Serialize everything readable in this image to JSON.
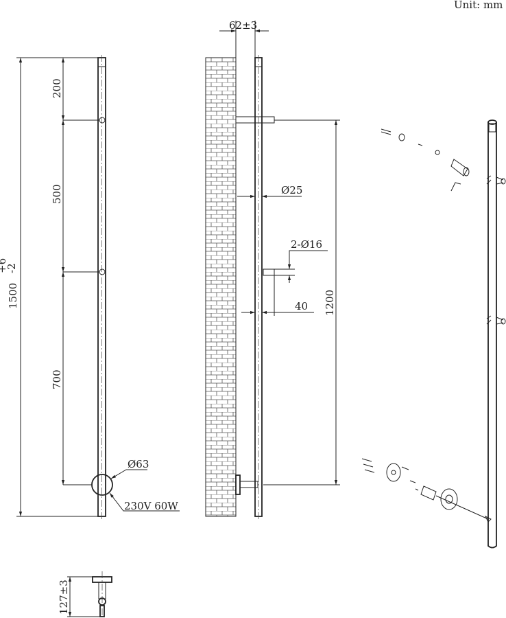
{
  "unit_label": "Unit: mm",
  "front_view": {
    "overall_height": "1500",
    "tolerance_upper": "+6",
    "tolerance_lower": "-2",
    "segment_top": "200",
    "segment_middle": "500",
    "segment_bottom": "700",
    "base_diameter": "Ø63",
    "power_rating": "230V 60W"
  },
  "side_view": {
    "wall_offset": "62±3",
    "tube_diameter": "Ø25",
    "bracket_diameter": "2-Ø16",
    "bracket_length": "40",
    "bracket_spacing": "1200"
  },
  "top_view": {
    "depth": "127±3"
  }
}
